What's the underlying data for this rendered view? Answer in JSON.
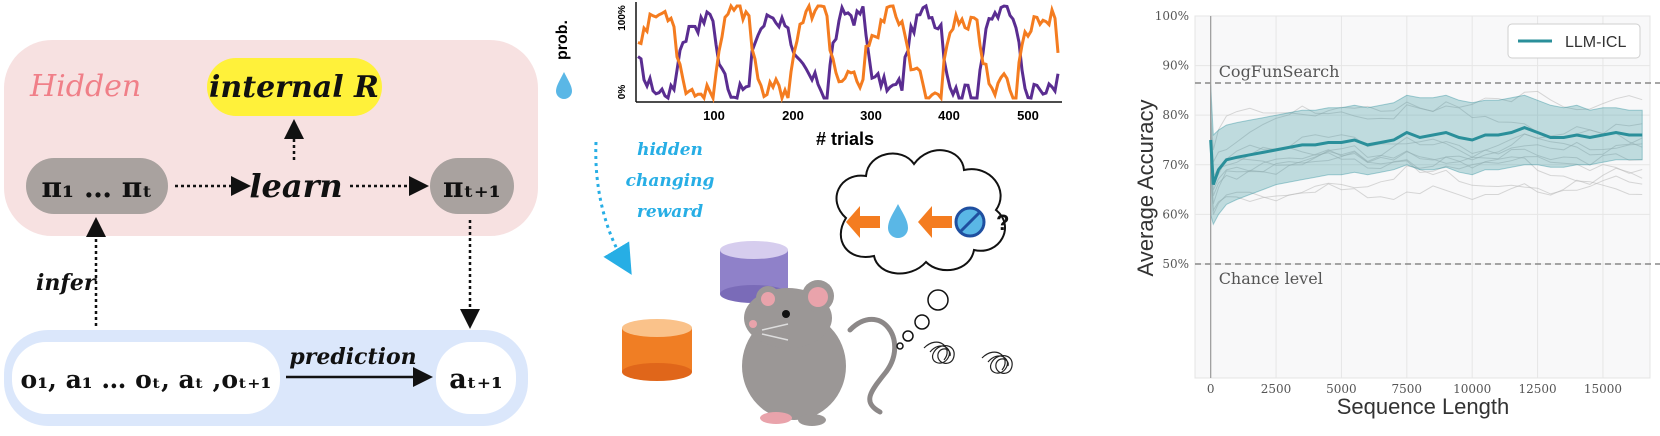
{
  "panel_a": {
    "hidden_label": "Hidden",
    "internal_r": "internal R",
    "policy_seq": "π₁ … πₜ",
    "learn": "learn",
    "policy_next": "πₜ₊₁",
    "infer": "infer",
    "obs_seq": "o₁, a₁ …  oₜ, aₜ ,oₜ₊₁",
    "prediction": "prediction",
    "action_next": "aₜ₊₁",
    "colors": {
      "hidden_bg": "#f7e1e1",
      "hidden_text": "#f07f88",
      "reward_bg": "#fff13a",
      "policy_bg": "#a9a29f",
      "obs_bg": "#dbe7fb"
    }
  },
  "panel_b": {
    "ylabel": "prob.",
    "ytick_top": "100%",
    "ytick_bottom": "0%",
    "xticks": [
      "100",
      "200",
      "300",
      "400",
      "500"
    ],
    "xlabel": "# trials",
    "annotation": [
      "hidden",
      "changing",
      "reward"
    ],
    "thought_question": "?",
    "colors": {
      "orange": "#f47c20",
      "purple": "#5a2d91",
      "water": "#5ab7e6",
      "annotation": "#27aee5"
    }
  },
  "chart_data": {
    "type": "line",
    "xlabel": "Sequence Length",
    "ylabel": "Average Accuracy",
    "xticks": [
      "0",
      "2500",
      "5000",
      "7500",
      "10000",
      "12500",
      "15000"
    ],
    "yticks": [
      "50%",
      "60%",
      "70%",
      "80%",
      "90%",
      "100%"
    ],
    "xlim": [
      -600,
      16800
    ],
    "ylim": [
      0.27,
      1.0
    ],
    "grid": true,
    "legend_position": "top-right",
    "reference_lines": [
      {
        "label": "CogFunSearch",
        "y": 0.865
      },
      {
        "label": "Chance level",
        "y": 0.5
      }
    ],
    "series": [
      {
        "name": "LLM-ICL",
        "color": "#2a8f9a",
        "x": [
          0,
          100,
          300,
          600,
          1000,
          1500,
          2000,
          2500,
          3000,
          3500,
          4000,
          4500,
          5000,
          5500,
          6000,
          6500,
          7000,
          7500,
          8000,
          8500,
          9000,
          9500,
          10000,
          10500,
          11000,
          11500,
          12000,
          12500,
          13000,
          13500,
          14000,
          14500,
          15000,
          15500,
          16000,
          16500
        ],
        "y": [
          0.75,
          0.66,
          0.69,
          0.71,
          0.715,
          0.72,
          0.725,
          0.73,
          0.735,
          0.74,
          0.74,
          0.745,
          0.745,
          0.75,
          0.74,
          0.745,
          0.75,
          0.765,
          0.755,
          0.76,
          0.765,
          0.755,
          0.75,
          0.76,
          0.76,
          0.765,
          0.775,
          0.765,
          0.755,
          0.755,
          0.76,
          0.755,
          0.76,
          0.765,
          0.76,
          0.76
        ],
        "lower": [
          0.6,
          0.58,
          0.6,
          0.62,
          0.63,
          0.64,
          0.65,
          0.66,
          0.665,
          0.67,
          0.675,
          0.68,
          0.68,
          0.685,
          0.68,
          0.685,
          0.69,
          0.7,
          0.69,
          0.69,
          0.695,
          0.685,
          0.68,
          0.69,
          0.69,
          0.695,
          0.7,
          0.7,
          0.695,
          0.695,
          0.7,
          0.7,
          0.705,
          0.71,
          0.71,
          0.71
        ],
        "upper": [
          0.86,
          0.76,
          0.77,
          0.78,
          0.785,
          0.79,
          0.795,
          0.8,
          0.805,
          0.81,
          0.81,
          0.815,
          0.815,
          0.82,
          0.815,
          0.82,
          0.825,
          0.84,
          0.835,
          0.835,
          0.84,
          0.83,
          0.825,
          0.83,
          0.83,
          0.835,
          0.84,
          0.83,
          0.82,
          0.815,
          0.82,
          0.81,
          0.815,
          0.815,
          0.81,
          0.81
        ]
      }
    ]
  }
}
